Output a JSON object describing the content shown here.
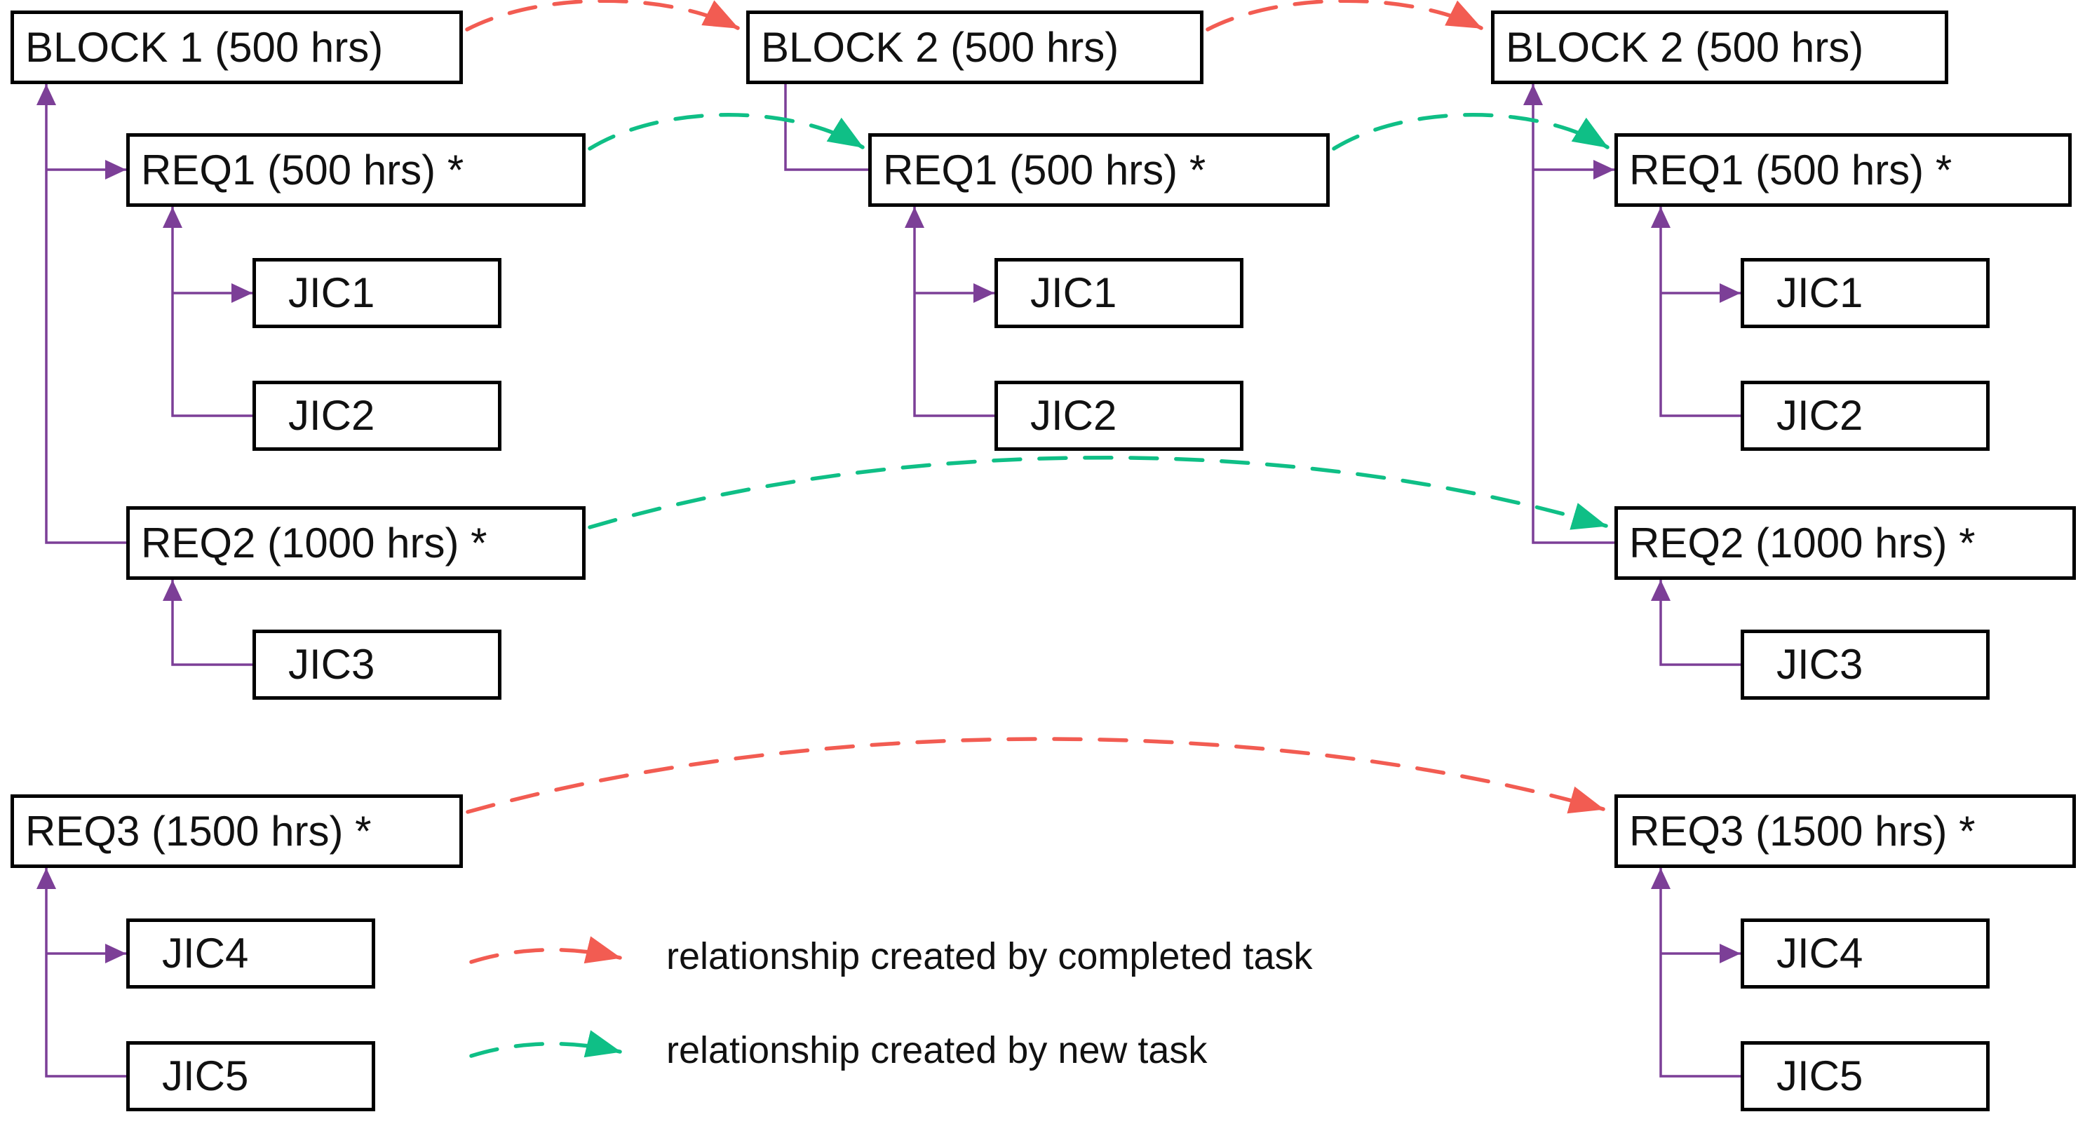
{
  "diagram": {
    "type": "task-relationship-hierarchy",
    "columns": {
      "left": {
        "block": "BLOCK 1 (500 hrs)",
        "req1": "REQ1 (500 hrs) *",
        "jic1": "JIC1",
        "jic2": "JIC2",
        "req2": "REQ2 (1000 hrs) *",
        "jic3": "JIC3",
        "req3": "REQ3 (1500 hrs) *",
        "jic4": "JIC4",
        "jic5": "JIC5"
      },
      "middle": {
        "block": "BLOCK 2 (500 hrs)",
        "req1": "REQ1 (500 hrs) *",
        "jic1": "JIC1",
        "jic2": "JIC2"
      },
      "right": {
        "block": "BLOCK 2 (500 hrs)",
        "req1": "REQ1 (500 hrs) *",
        "jic1": "JIC1",
        "jic2": "JIC2",
        "req2": "REQ2 (1000 hrs) *",
        "jic3": "JIC3",
        "req3": "REQ3 (1500 hrs) *",
        "jic4": "JIC4",
        "jic5": "JIC5"
      }
    },
    "hierarchy": {
      "left": {
        "block": [
          "req1",
          "req2"
        ],
        "req1": [
          "jic1",
          "jic2"
        ],
        "req2": [
          "jic3"
        ],
        "req3": [
          "jic4",
          "jic5"
        ]
      },
      "middle": {
        "block": [
          "req1"
        ],
        "req1": [
          "jic1",
          "jic2"
        ]
      },
      "right": {
        "block": [
          "req1",
          "req2"
        ],
        "req1": [
          "jic1",
          "jic2"
        ],
        "req2": [
          "jic3"
        ],
        "req3": [
          "jic4",
          "jic5"
        ]
      }
    },
    "links": [
      {
        "from": "left.block",
        "to": "middle.block",
        "type": "completed"
      },
      {
        "from": "middle.block",
        "to": "right.block",
        "type": "completed"
      },
      {
        "from": "left.req3",
        "to": "right.req3",
        "type": "completed"
      },
      {
        "from": "left.req1",
        "to": "middle.req1",
        "type": "new"
      },
      {
        "from": "middle.req1",
        "to": "right.req1",
        "type": "new"
      },
      {
        "from": "left.req2",
        "to": "right.req2",
        "type": "new"
      }
    ]
  },
  "legend": {
    "completed": {
      "label": "relationship created by completed task",
      "color": "#f25c52"
    },
    "new": {
      "label": "relationship created by new task",
      "color": "#0fbf86"
    }
  },
  "colors": {
    "hierarchy_line": "#7c3f97",
    "completed_link": "#f25c52",
    "new_link": "#0fbf86",
    "box_border": "#000000",
    "box_fill": "#ffffff",
    "background": "#ffffff",
    "text": "#111111"
  }
}
